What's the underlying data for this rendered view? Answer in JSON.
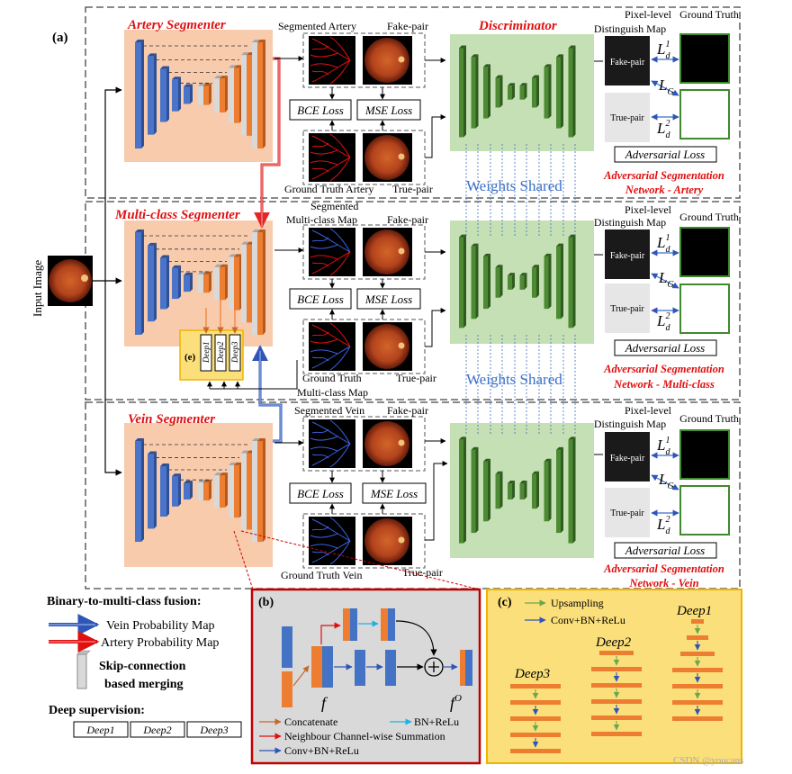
{
  "panel_labels": {
    "a": "(a)",
    "b": "(b)",
    "c": "(c)",
    "e": "(e)"
  },
  "input": {
    "label": "Input Image"
  },
  "segmenters": {
    "artery": "Artery Segmenter",
    "multiclass": "Multi-class Segmenter",
    "vein": "Vein Segmenter"
  },
  "row1": {
    "seg_map": "Segmented Artery",
    "fake_pair": "Fake-pair",
    "gt": "Ground Truth Artery",
    "true_pair": "True-pair"
  },
  "row2": {
    "seg_map_line1": "Segmented",
    "seg_map_line2": "Multi-class Map",
    "fake_pair": "Fake-pair",
    "gt_line1": "Ground Truth",
    "gt_line2": "Multi-class Map",
    "true_pair": "True-pair"
  },
  "row3": {
    "seg_map": "Segmented Vein",
    "fake_pair": "Fake-pair",
    "gt": "Ground Truth Vein",
    "true_pair": "True-pair"
  },
  "losses": {
    "bce": "BCE Loss",
    "mse": "MSE Loss",
    "adversarial": "Adversarial Loss"
  },
  "discriminator": {
    "title": "Discriminator",
    "weights_shared": "Weights Shared"
  },
  "distinguish": {
    "pixel_level": "Pixel-level",
    "map": "Distinguish Map",
    "ground_truth": "Ground Truth",
    "fake_pair": "Fake-pair",
    "true_pair": "True-pair",
    "ld": "L",
    "ld_sub": "d",
    "ld1_sup": "1",
    "ld2_sup": "2",
    "lg": "L",
    "lg_sub": "G"
  },
  "networks": {
    "artery": [
      "Adversarial Segmentation",
      "Network - Artery"
    ],
    "multiclass": [
      "Adversarial Segmentation",
      "Network - Multi-class"
    ],
    "vein": [
      "Adversarial Segmentation",
      "Network - Vein"
    ]
  },
  "deep_labels": [
    "Deep1",
    "Deep2",
    "Deep3"
  ],
  "legend": {
    "fusion_title": "Binary-to-multi-class fusion:",
    "vein_map": "Vein Probability Map",
    "artery_map": "Artery Probability Map",
    "skip_line1": "Skip-connection",
    "skip_line2": "based merging",
    "deep_title": "Deep supervision:"
  },
  "panel_b": {
    "f": "f",
    "fo": "f",
    "fo_sup": "O",
    "concatenate": "Concatenate",
    "neighbour": "Neighbour Channel-wise Summation",
    "conv": "Conv+BN+ReLu",
    "bn": "BN+ReLu"
  },
  "panel_c": {
    "upsampling": "Upsampling",
    "conv": "Conv+BN+ReLu"
  },
  "watermark": "CSDN @youcans",
  "colors": {
    "accent_red": "#e01010",
    "encoder_blue": "#4a74c9",
    "decoder_orange": "#ed7d31",
    "skip_gray": "#d9d9d9",
    "disc_green": "#4e8a34",
    "seg_panel": "#f8cbad",
    "disc_panel": "#c5e0b4",
    "deep_panel": "#fbdf7a",
    "panel_b_bg": "#d9d9d9"
  }
}
